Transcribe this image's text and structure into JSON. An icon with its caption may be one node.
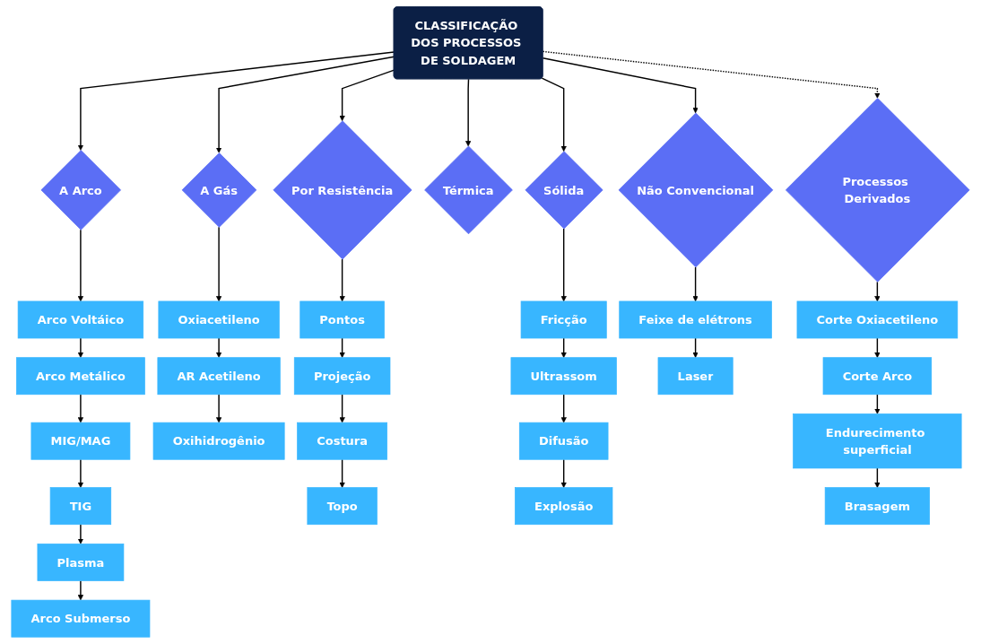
{
  "diagram": {
    "nodes": [
      {
        "text": [
          "CLASSIFICAÇÃO DOS PROCESSOS DE SOLDAGEM"
        ]
      },
      {
        "text": [
          "A Arco"
        ]
      },
      {
        "text": [
          "A Gás"
        ]
      },
      {
        "text": [
          "Por Resistência"
        ]
      },
      {
        "text": [
          "Térmica"
        ]
      },
      {
        "text": [
          "Sólida"
        ]
      },
      {
        "text": [
          "Não Convencional"
        ]
      },
      {
        "text": [
          "Processos Derivados"
        ]
      },
      {
        "text": [
          "Arco Voltáico"
        ]
      },
      {
        "text": [
          "Arco Metálico"
        ]
      },
      {
        "text": [
          "MIG/MAG"
        ]
      },
      {
        "text": [
          "TIG"
        ]
      },
      {
        "text": [
          "Plasma"
        ]
      },
      {
        "text": [
          "Arco Submerso"
        ]
      },
      {
        "text": [
          "Oxiacetileno"
        ]
      },
      {
        "text": [
          "AR Acetileno"
        ]
      },
      {
        "text": [
          "Oxihidrogênio"
        ]
      },
      {
        "text": [
          "Pontos"
        ]
      },
      {
        "text": [
          "Projeção"
        ]
      },
      {
        "text": [
          "Costura"
        ]
      },
      {
        "text": [
          "Topo"
        ]
      },
      {
        "text": [
          "Fricção"
        ]
      },
      {
        "text": [
          "Ultrassom"
        ]
      },
      {
        "text": [
          "Difusão"
        ]
      },
      {
        "text": [
          "Explosão"
        ]
      },
      {
        "text": [
          "Feixe de elétrons"
        ]
      },
      {
        "text": [
          "Laser"
        ]
      },
      {
        "text": [
          "Corte Oxiacetileno"
        ]
      },
      {
        "text": [
          "Corte Arco"
        ]
      },
      {
        "text": [
          "Endurecimento superficial"
        ]
      },
      {
        "text": [
          "Brasagem"
        ]
      }
    ],
    "edges": [
      {
        "from": 0,
        "to": 1,
        "arrow": "to"
      },
      {
        "from": 0,
        "to": 2,
        "arrow": "to"
      },
      {
        "from": 0,
        "to": 3,
        "arrow": "to"
      },
      {
        "from": 0,
        "to": 4,
        "arrow": "to"
      },
      {
        "from": 0,
        "to": 5,
        "arrow": "to"
      },
      {
        "from": 0,
        "to": 6,
        "arrow": "to"
      },
      {
        "from": 0,
        "to": 7,
        "arrow": "to",
        "style": "dashed"
      },
      {
        "from": 1,
        "to": 8,
        "arrow": "to"
      },
      {
        "from": 8,
        "to": 9,
        "arrow": "to"
      },
      {
        "from": 9,
        "to": 10,
        "arrow": "to"
      },
      {
        "from": 10,
        "to": 11,
        "arrow": "to"
      },
      {
        "from": 11,
        "to": 12,
        "arrow": "to"
      },
      {
        "from": 12,
        "to": 13,
        "arrow": "to"
      },
      {
        "from": 2,
        "to": 14,
        "arrow": "to"
      },
      {
        "from": 14,
        "to": 15,
        "arrow": "to"
      },
      {
        "from": 15,
        "to": 16,
        "arrow": "to"
      },
      {
        "from": 3,
        "to": 17,
        "arrow": "to"
      },
      {
        "from": 17,
        "to": 18,
        "arrow": "to"
      },
      {
        "from": 18,
        "to": 19,
        "arrow": "to"
      },
      {
        "from": 19,
        "to": 20,
        "arrow": "to"
      },
      {
        "from": 5,
        "to": 21,
        "arrow": "to"
      },
      {
        "from": 21,
        "to": 22,
        "arrow": "to"
      },
      {
        "from": 22,
        "to": 23,
        "arrow": "to"
      },
      {
        "from": 23,
        "to": 24,
        "arrow": "to"
      },
      {
        "from": 6,
        "to": 25,
        "arrow": "to"
      },
      {
        "from": 25,
        "to": 26,
        "arrow": "to"
      },
      {
        "from": 7,
        "to": 27,
        "arrow": "to"
      },
      {
        "from": 27,
        "to": 28,
        "arrow": "to"
      },
      {
        "from": 28,
        "to": 29,
        "arrow": "to"
      },
      {
        "from": 29,
        "to": 30,
        "arrow": "to"
      }
    ]
  }
}
